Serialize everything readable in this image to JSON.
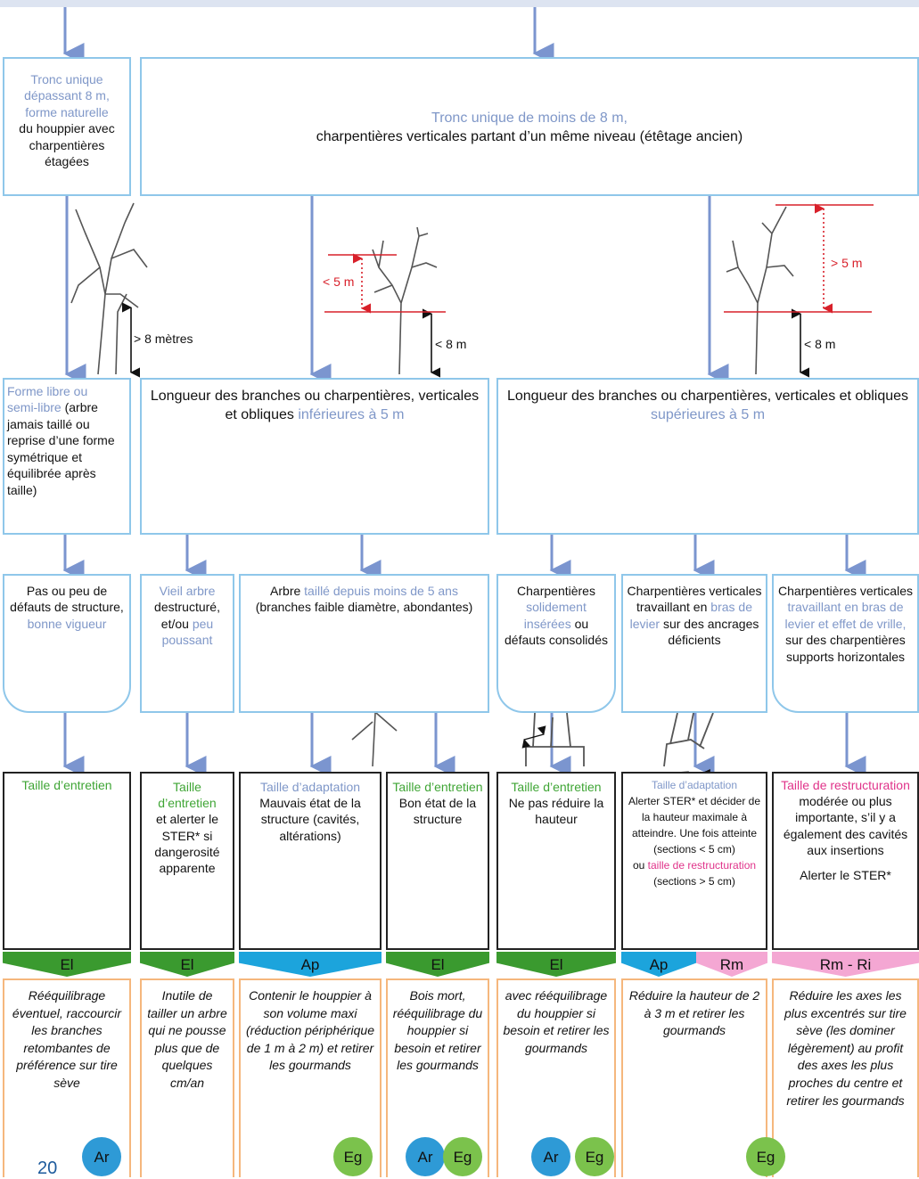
{
  "top_boxes": {
    "left": {
      "blue": "Tronc unique dépassant 8 m, forme naturelle",
      "black": "du houppier avec charpentières étagées"
    },
    "right": {
      "blue": "Tronc unique de moins de 8 m,",
      "black": "charpentières verticales partant d’un même niveau (étêtage ancien)"
    }
  },
  "dimensions": {
    "left_tree": "> 8 mètres",
    "mid_lt5": "< 5 m",
    "mid_lt8": "< 8 m",
    "right_gt5": "> 5 m",
    "right_lt8": "< 8 m"
  },
  "mid_boxes": {
    "left": {
      "b1": "Forme libre ou",
      "b2": "semi-libre",
      "t1": " (arbre jamais taillé ou reprise d’une forme symétrique et équilibrée après taille)"
    },
    "center": {
      "t": "Longueur des branches ou charpentières, verticales et obliques ",
      "b": "inférieures à 5 m"
    },
    "right": {
      "t": "Longueur des branches ou charpentières, verticales et obliques ",
      "b": "supérieures à 5 m"
    }
  },
  "condition_boxes": {
    "c1": {
      "t": "Pas ou peu de défauts de structure, ",
      "b": "bonne vigueur"
    },
    "c2": {
      "b1": "Vieil arbre",
      "t1": " destructuré, et/ou ",
      "b2": "peu poussant"
    },
    "c3": {
      "t1": "Arbre ",
      "b": "taillé depuis moins de 5 ans",
      "t2": " (branches faible diamètre, abondantes)"
    },
    "c4": {
      "t1": "Charpentières ",
      "b": "solidement insérées",
      "t2": " ou défauts consolidés"
    },
    "c5": {
      "t1": "Charpentières verticales travaillant en ",
      "b": "bras de levier",
      "t2": " sur des ancrages déficients"
    },
    "c6": {
      "t1": "Charpentières verticales ",
      "b": "travaillant en bras de levier et effet de vrille,",
      "t2": " sur des charpentières supports horizontales"
    }
  },
  "results": [
    {
      "title": "Taille d’entretien",
      "text": ""
    },
    {
      "title": "Taille d’entretien",
      "text": "et alerter le STER* si dangerosité apparente"
    },
    {
      "title": "Taille d’adaptation",
      "text": "Mauvais état de la structure (cavités, altérations)"
    },
    {
      "title": "Taille d’entretien",
      "text": "Bon état de la structure"
    },
    {
      "title": "Taille d’entretien",
      "text": "Ne pas réduire la hauteur"
    },
    {
      "title": "Taille d’adaptation",
      "text": "Alerter STER* et décider de la hauteur maximale à atteindre. Une fois atteinte (sections < 5 cm)",
      "ou": "ou ",
      "pink": "taille de restructuration",
      "tail": "(sections > 5 cm)"
    },
    {
      "title": "Taille de restructuration",
      "text": "modérée ou plus importante, s’il y a également des cavités aux insertions",
      "alert": "Alerter le STER*"
    }
  ],
  "banners": [
    "El",
    "El",
    "Ap",
    "El",
    "El",
    "Ap",
    "Rm",
    "Rm - Ri"
  ],
  "notes": [
    "Rééquilibrage éventuel, raccourcir les branches retombantes de préférence sur tire sève",
    "Inutile de tailler un arbre qui ne pousse plus que de quelques cm/an",
    "Contenir le houppier à son volume maxi (réduction périphérique de 1 m à 2 m) et retirer les gourmands",
    "Bois mort, rééquilibrage du houppier si besoin et retirer les gourmands",
    "avec rééquilibrage du houppier si besoin et retirer les gourmands",
    "Réduire la hauteur de 2 à 3 m et retirer les gourmands",
    "Réduire les axes les plus excentrés sur tire sève (les dominer légèrement) au profit des axes les plus proches du centre et retirer les gourmands"
  ],
  "badges": {
    "ar": "Ar",
    "eg": "Eg"
  },
  "page_number": "20",
  "colors": {
    "box_border": "#8fc7ea",
    "arrow": "#7b95cf",
    "green": "#3a9a2f",
    "blue": "#1ca4dc",
    "pink": "#f4a7d3",
    "note_border": "#f5b77d",
    "dim_red": "#d8202a"
  }
}
